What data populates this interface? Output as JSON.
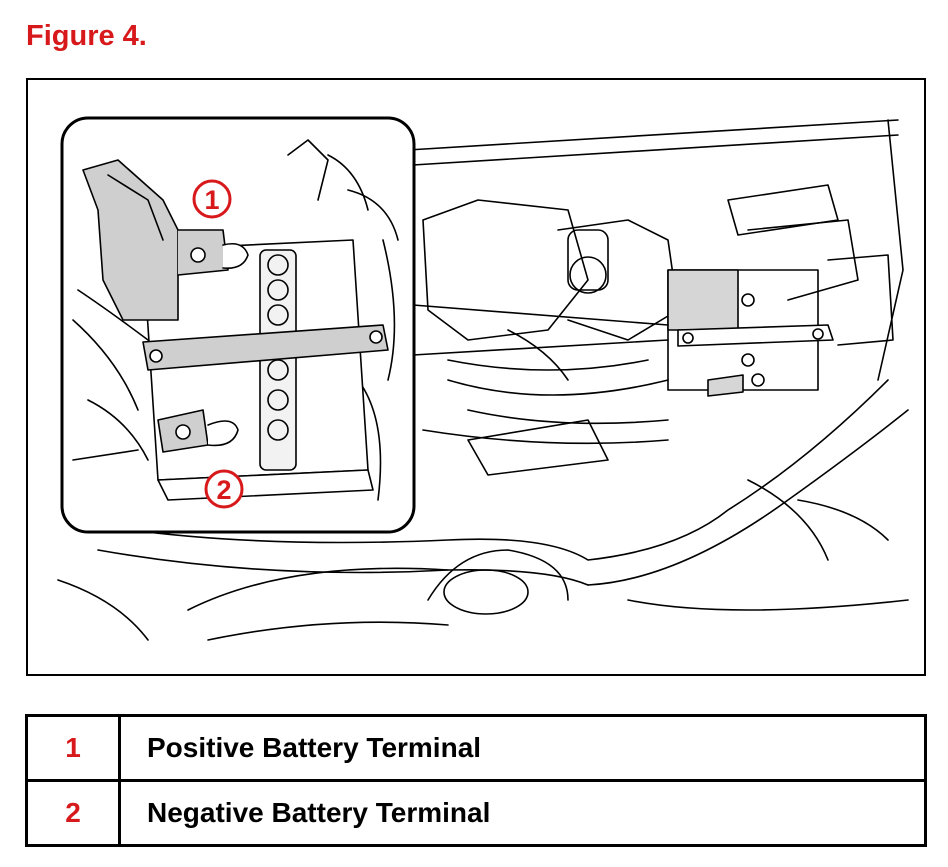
{
  "figure": {
    "title": "Figure 4.",
    "callouts": [
      {
        "number": "1",
        "label": "Positive Battery Terminal"
      },
      {
        "number": "2",
        "label": "Negative Battery Terminal"
      }
    ]
  },
  "colors": {
    "accent": "#d7191c",
    "line": "#000000"
  }
}
